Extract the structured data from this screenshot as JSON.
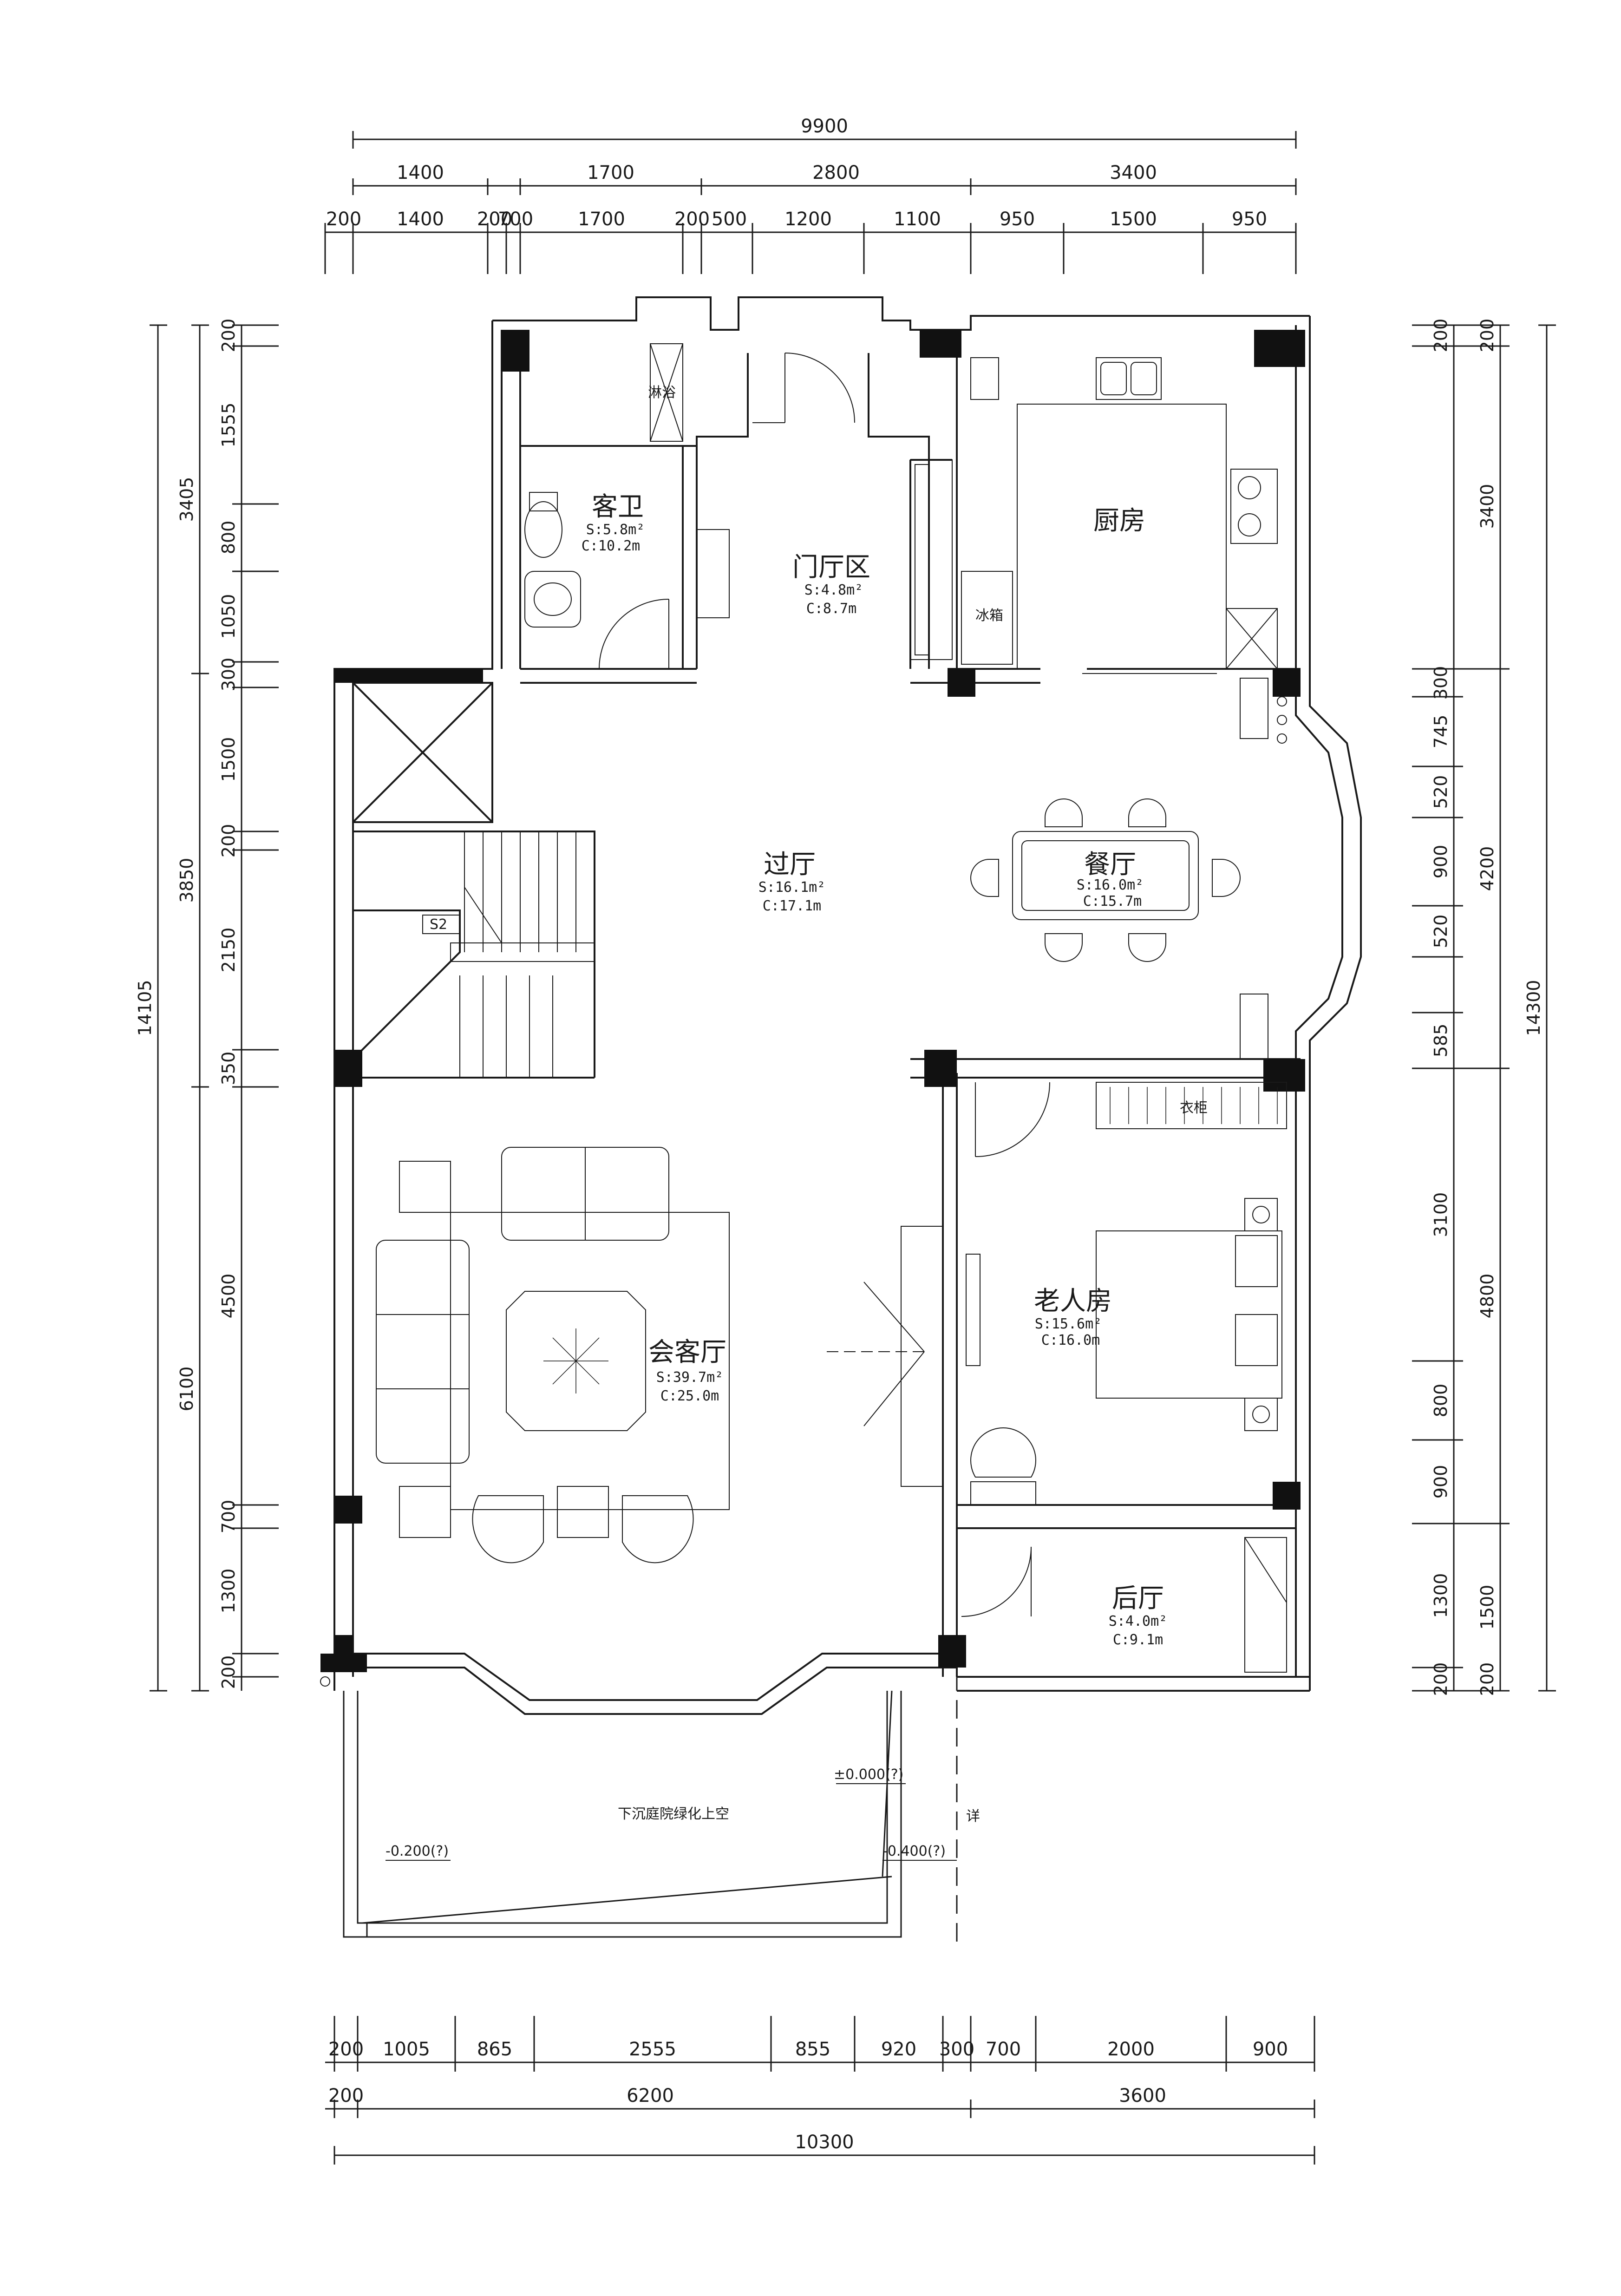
{
  "dimensions": {
    "top_total": "9900",
    "top_row2": [
      "1400",
      "1700",
      "2800",
      "3400"
    ],
    "top_row3": [
      "200",
      "1400",
      "200",
      "700",
      "1700",
      "200",
      "500",
      "1200",
      "1100",
      "950",
      "1500",
      "950"
    ],
    "bottom_row1": [
      "200",
      "1005",
      "865",
      "2555",
      "855",
      "920",
      "300",
      "700",
      "2000",
      "900"
    ],
    "bottom_row2": [
      "200",
      "6200",
      "3600"
    ],
    "bottom_total": "10300",
    "left_outer": [
      "3405",
      "3850",
      "6100"
    ],
    "left_total": "14105",
    "left_inner": [
      "200",
      "1555",
      "800",
      "1050",
      "300",
      "1500",
      "200",
      "2150",
      "350",
      "4500",
      "700",
      "1300",
      "200"
    ],
    "right_inner": [
      "200",
      "300",
      "745",
      "520",
      "900",
      "520",
      "585",
      "3100",
      "800",
      "900",
      "1300",
      "200"
    ],
    "right_outer": [
      "200",
      "3400",
      "4200",
      "4800",
      "1500",
      "200"
    ],
    "right_total": "14300"
  },
  "rooms": [
    {
      "name": "客卫",
      "area": "S:5.8m²",
      "perimeter": "C:10.2m"
    },
    {
      "name": "门厅区",
      "area": "S:4.8m²",
      "perimeter": "C:8.7m"
    },
    {
      "name": "厨房",
      "area": "",
      "perimeter": ""
    },
    {
      "name": "过厅",
      "area": "S:16.1m²",
      "perimeter": "C:17.1m"
    },
    {
      "name": "餐厅",
      "area": "S:16.0m²",
      "perimeter": "C:15.7m"
    },
    {
      "name": "会客厅",
      "area": "S:39.7m²",
      "perimeter": "C:25.0m"
    },
    {
      "name": "老人房",
      "area": "S:15.6m²",
      "perimeter": "C:16.0m"
    },
    {
      "name": "后厅",
      "area": "S:4.0m²",
      "perimeter": "C:9.1m"
    }
  ],
  "labels": {
    "fridge": "冰箱",
    "stair": "S2",
    "courtyard": "下沉庭院绿化上空",
    "level_0": "±0.000(?)",
    "level_neg02": "-0.200(?)",
    "level_neg04": "-0.400(?)",
    "detail": "详",
    "shower": "淋浴",
    "wardrobe": "衣柜"
  }
}
